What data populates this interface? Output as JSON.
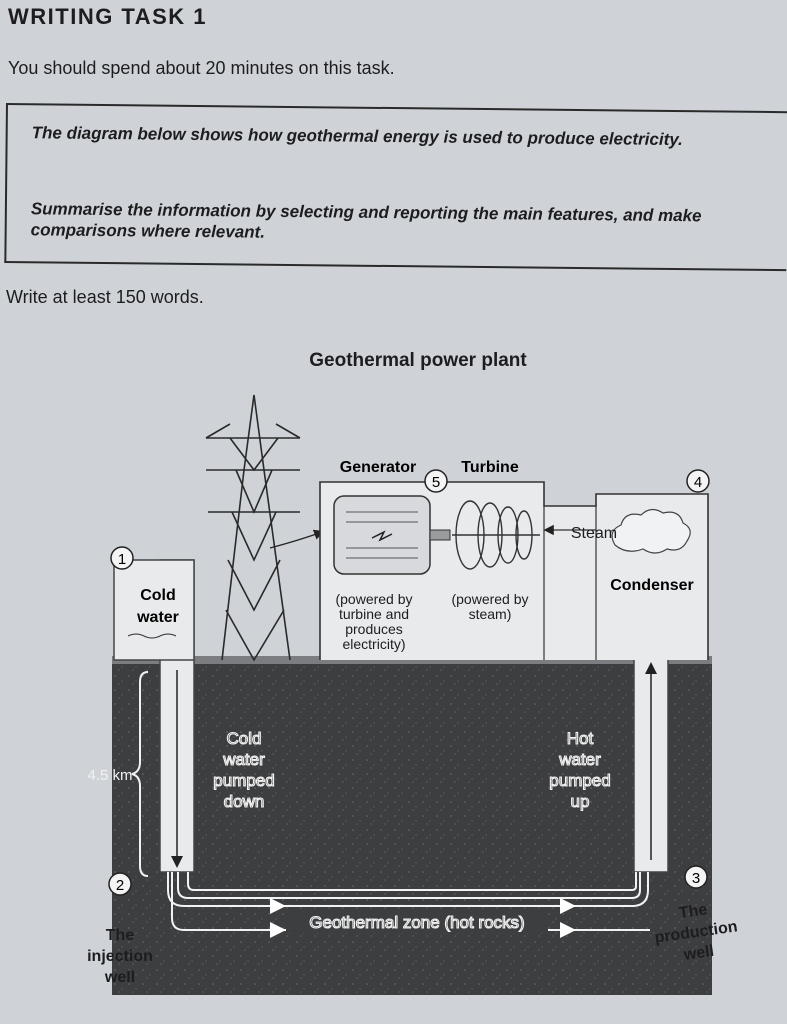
{
  "header": {
    "task_title": "WRITING TASK 1",
    "time_instruction": "You should spend about 20 minutes on this task."
  },
  "prompt": {
    "description": "The diagram below shows how geothermal energy is used to produce electricity.",
    "instruction": "Summarise the information by selecting and reporting the main features, and make comparisons where relevant."
  },
  "word_requirement": "Write at least 150 words.",
  "diagram": {
    "title": "Geothermal power plant",
    "steps": [
      "1",
      "2",
      "3",
      "4",
      "5"
    ],
    "labels": {
      "generator": "Generator",
      "turbine": "Turbine",
      "steam": "Steam",
      "condenser": "Condenser",
      "cold_water": [
        "Cold",
        "water"
      ],
      "generator_note": [
        "(powered by",
        "turbine and",
        "produces",
        "electricity)"
      ],
      "turbine_note": [
        "(powered by",
        "steam)"
      ],
      "depth": "4.5 km",
      "cold_pumped": [
        "Cold",
        "water",
        "pumped",
        "down"
      ],
      "hot_pumped": [
        "Hot",
        "water",
        "pumped",
        "up"
      ],
      "geothermal_zone": "Geothermal zone (hot rocks)",
      "injection_well": [
        "The",
        "injection",
        "well"
      ],
      "production_well": [
        "The",
        "production",
        "well"
      ]
    }
  }
}
